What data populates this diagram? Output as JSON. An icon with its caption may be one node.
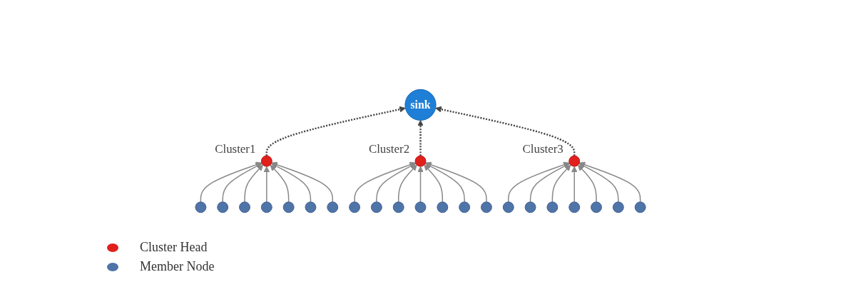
{
  "diagram": {
    "nodes": [
      {
        "text": [
          "sink"
        ]
      },
      {
        "text": [],
        "shape": "circle",
        "beside": [
          "Cluster1"
        ]
      },
      {
        "text": [],
        "shape": "circle"
      },
      {
        "text": [],
        "shape": "circle"
      },
      {
        "text": [],
        "shape": "circle"
      },
      {
        "text": [],
        "shape": "circle"
      },
      {
        "text": [],
        "shape": "circle"
      },
      {
        "text": [],
        "shape": "circle"
      },
      {
        "text": [],
        "shape": "circle"
      },
      {
        "text": [],
        "shape": "circle",
        "beside": [
          "Cluster2"
        ]
      },
      {
        "text": [],
        "shape": "circle"
      },
      {
        "text": [],
        "shape": "circle"
      },
      {
        "text": [],
        "shape": "circle"
      },
      {
        "text": [],
        "shape": "circle"
      },
      {
        "text": [],
        "shape": "circle"
      },
      {
        "text": [],
        "shape": "circle"
      },
      {
        "text": [],
        "shape": "circle"
      },
      {
        "text": [],
        "shape": "circle",
        "beside": [
          "Cluster3"
        ]
      },
      {
        "text": [],
        "shape": "circle"
      },
      {
        "text": [],
        "shape": "circle"
      },
      {
        "text": [],
        "shape": "circle"
      },
      {
        "text": [],
        "shape": "circle"
      },
      {
        "text": [],
        "shape": "circle"
      },
      {
        "text": [],
        "shape": "circle"
      },
      {
        "text": [],
        "shape": "circle"
      }
    ],
    "edges": [
      {
        "from": 1,
        "to": 0,
        "arrow": "to",
        "style": "dashed"
      },
      {
        "from": 9,
        "to": 0,
        "arrow": "to",
        "style": "dashed"
      },
      {
        "from": 17,
        "to": 0,
        "arrow": "to",
        "style": "dashed"
      },
      {
        "from": 2,
        "to": 1,
        "arrow": "to"
      },
      {
        "from": 3,
        "to": 1,
        "arrow": "to"
      },
      {
        "from": 4,
        "to": 1,
        "arrow": "to"
      },
      {
        "from": 5,
        "to": 1,
        "arrow": "to"
      },
      {
        "from": 6,
        "to": 1,
        "arrow": "to"
      },
      {
        "from": 7,
        "to": 1,
        "arrow": "to"
      },
      {
        "from": 8,
        "to": 1,
        "arrow": "to"
      },
      {
        "from": 10,
        "to": 9,
        "arrow": "to"
      },
      {
        "from": 11,
        "to": 9,
        "arrow": "to"
      },
      {
        "from": 12,
        "to": 9,
        "arrow": "to"
      },
      {
        "from": 13,
        "to": 9,
        "arrow": "to"
      },
      {
        "from": 14,
        "to": 9,
        "arrow": "to"
      },
      {
        "from": 15,
        "to": 9,
        "arrow": "to"
      },
      {
        "from": 16,
        "to": 9,
        "arrow": "to"
      },
      {
        "from": 18,
        "to": 17,
        "arrow": "to"
      },
      {
        "from": 19,
        "to": 17,
        "arrow": "to"
      },
      {
        "from": 20,
        "to": 17,
        "arrow": "to"
      },
      {
        "from": 21,
        "to": 17,
        "arrow": "to"
      },
      {
        "from": 22,
        "to": 17,
        "arrow": "to"
      },
      {
        "from": 23,
        "to": 17,
        "arrow": "to"
      },
      {
        "from": 24,
        "to": 17,
        "arrow": "to"
      }
    ],
    "legend": [
      {
        "text": "Cluster Head",
        "color": "#e0201c"
      },
      {
        "text": "Member Node",
        "color": "#4f74a8"
      }
    ]
  }
}
